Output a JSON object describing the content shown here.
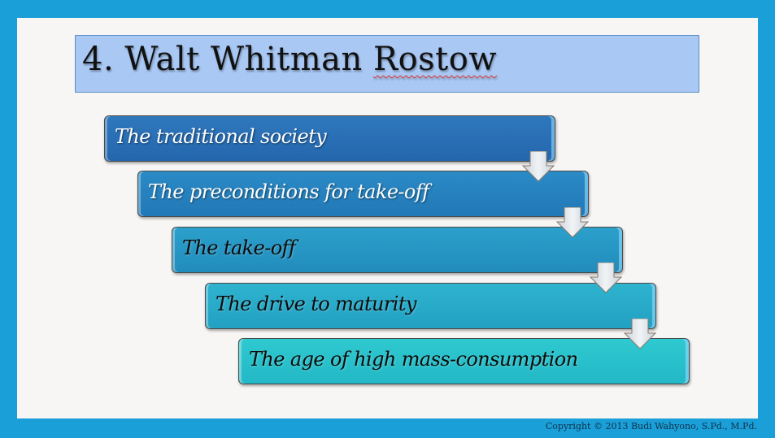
{
  "slide": {
    "title_prefix": "4. Walt Whitman ",
    "title_suffix": "Rostow",
    "title_bg_color": "#a9c8f4",
    "frame_color": "#1a9fd8",
    "steps": [
      {
        "label": "The traditional society",
        "color": "#2a6fb5"
      },
      {
        "label": "The preconditions for take-off",
        "color": "#2583bf"
      },
      {
        "label": "The take-off",
        "color": "#2597c4"
      },
      {
        "label": "The drive to maturity",
        "color": "#24aac7"
      },
      {
        "label": "The age of high mass-consumption",
        "color": "#22c1cb"
      }
    ],
    "copyright": "Copyright © 2013 Budi Wahyono, S.Pd., M.Pd."
  }
}
